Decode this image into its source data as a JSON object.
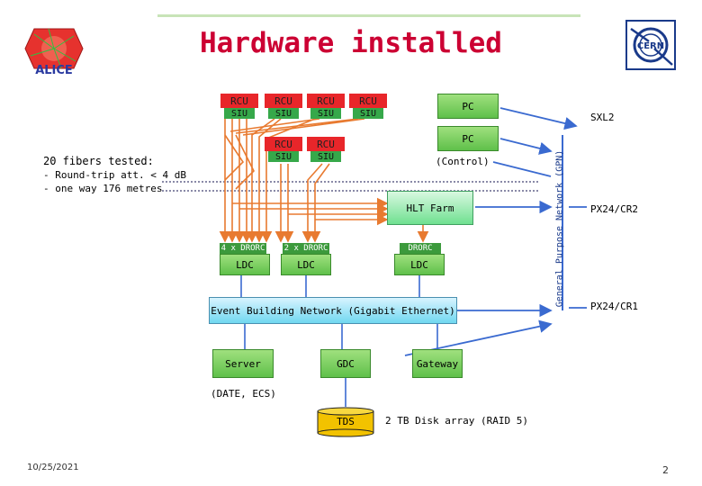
{
  "title": "Hardware installed",
  "logos": {
    "left": "ALICE",
    "right": "CERN"
  },
  "rcu_top": [
    {
      "rcu": "RCU",
      "siu": "SIU"
    },
    {
      "rcu": "RCU",
      "siu": "SIU"
    },
    {
      "rcu": "RCU",
      "siu": "SIU"
    },
    {
      "rcu": "RCU",
      "siu": "SIU"
    }
  ],
  "rcu_mid": [
    {
      "rcu": "RCU",
      "siu": "SIU"
    },
    {
      "rcu": "RCU",
      "siu": "SIU"
    }
  ],
  "pc1": "PC",
  "pc2": "PC",
  "control": "(Control)",
  "sxl2": "SXL2",
  "px24_cr2": "PX24/CR2",
  "px24_cr1": "PX24/CR1",
  "gpn": "General Purpose Network (GPN)",
  "fibers": [
    "20 fibers tested:",
    "- Round-trip att. < 4 dB",
    "- one way 176 metres"
  ],
  "hlt": "HLT Farm",
  "ldcs": [
    {
      "tag": "4 x DRORC",
      "label": "LDC"
    },
    {
      "tag": "2 x DRORC",
      "label": "LDC"
    },
    {
      "tag": "DRORC",
      "label": "LDC"
    }
  ],
  "ebn": "Event Building Network (Gigabit Ethernet)",
  "server": "Server",
  "gdc": "GDC",
  "gateway": "Gateway",
  "date_ecs": "(DATE, ECS)",
  "tds": "TDS",
  "disk": "2 TB Disk array (RAID 5)",
  "date": "10/25/2021",
  "page": "2",
  "colors": {
    "title": "#cc0033",
    "rcu": "#e8262a",
    "siu": "#36a84a",
    "fiber": "#e87a30",
    "gpn": "#3a6ad0"
  }
}
